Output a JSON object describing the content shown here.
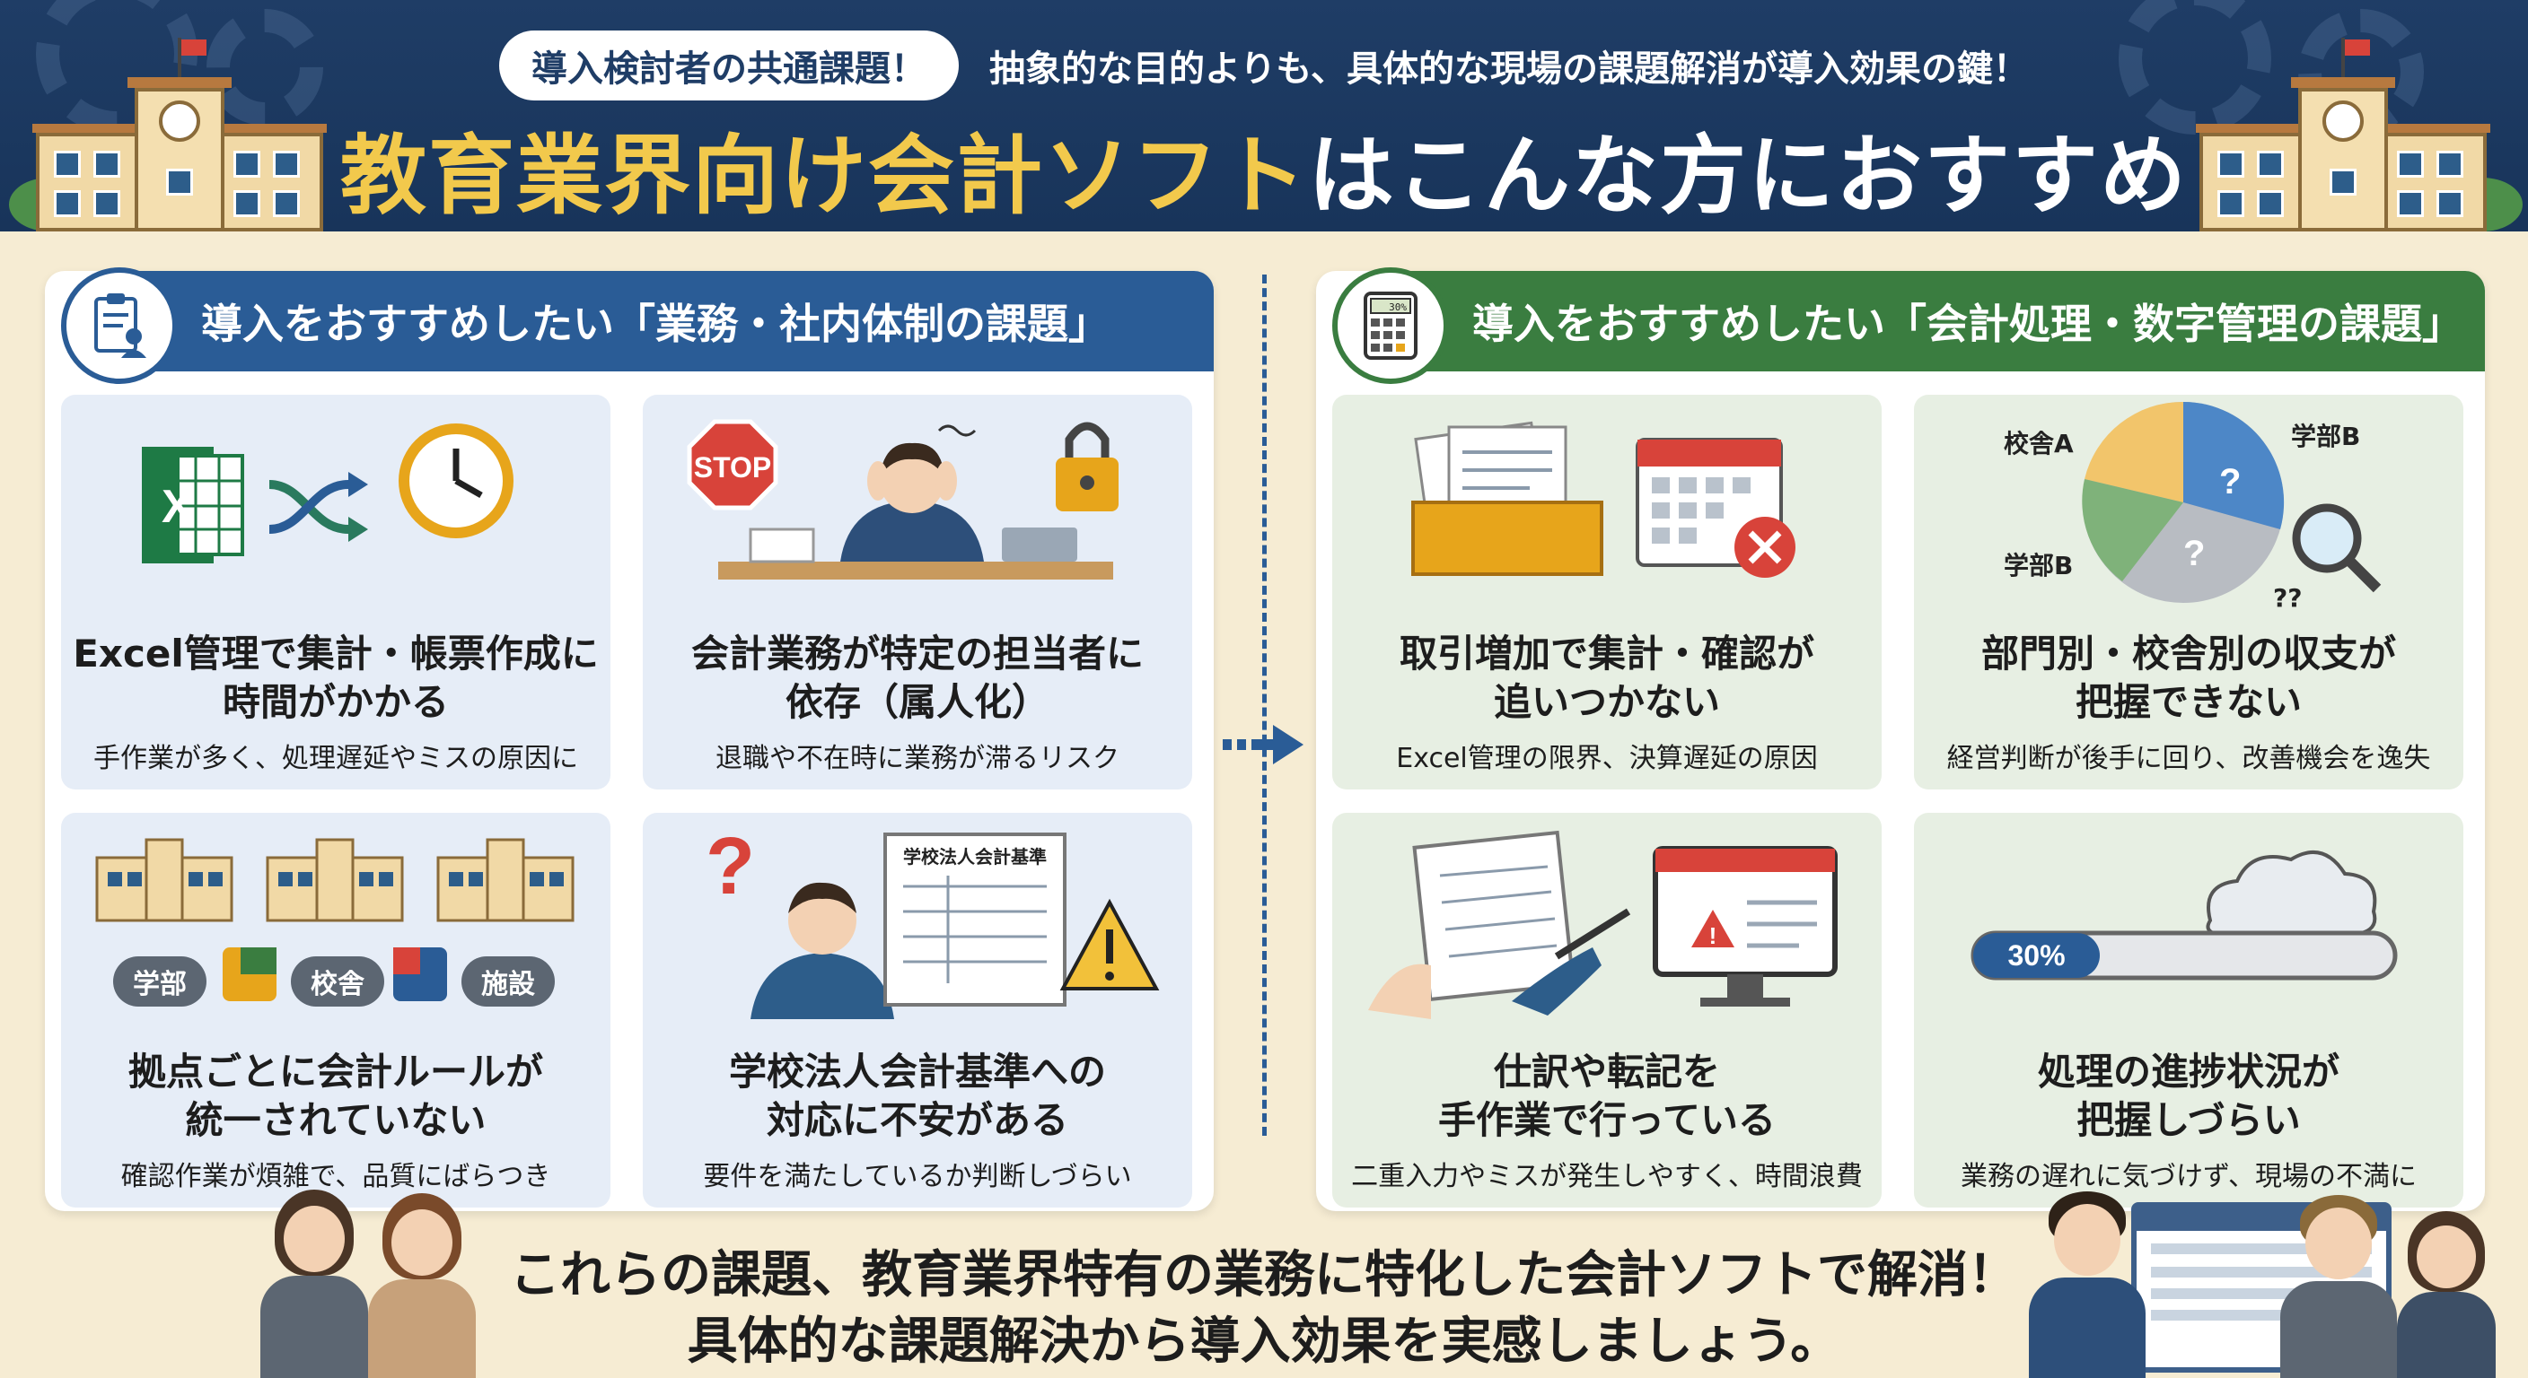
{
  "header": {
    "lead_pill": "導入検討者の共通課題！",
    "lead_text": "抽象的な目的よりも、具体的な現場の課題解消が導入効果の鍵！",
    "title_highlight": "教育業界向け会計ソフト",
    "title_rest": "はこんな方におすすめ"
  },
  "left_panel": {
    "heading": "導入をおすすめしたい「業務・社内体制の課題」",
    "icon": "clipboard-person-icon",
    "cards": [
      {
        "title_line1": "Excel管理で集計・帳票作成に",
        "title_line2": "時間がかかる",
        "sub": "手作業が多く、処理遅延やミスの原因に",
        "art": "excel-shuffle-clock-icon"
      },
      {
        "title_line1": "会計業務が特定の担当者に",
        "title_line2": "依存（属人化）",
        "sub": "退職や不在時に業務が滞るリスク",
        "art": "stop-stressed-worker-lock-icon",
        "stop_label": "STOP"
      },
      {
        "title_line1": "拠点ごとに会計ルールが",
        "title_line2": "統一されていない",
        "sub": "確認作業が煩雑で、品質にばらつき",
        "art": "schools-puzzle-icon",
        "tags": [
          "学部",
          "校舎",
          "施設"
        ]
      },
      {
        "title_line1": "学校法人会計基準への",
        "title_line2": "対応に不安がある",
        "sub": "要件を満たしているか判断しづらい",
        "art": "question-document-warning-icon",
        "doc_label": "学校法人会計基準"
      }
    ]
  },
  "right_panel": {
    "heading": "導入をおすすめしたい「会計処理・数字管理の課題」",
    "icon": "calculator-icon",
    "calc_display": "30%",
    "cards": [
      {
        "title_line1": "取引増加で集計・確認が",
        "title_line2": "追いつかない",
        "sub": "Excel管理の限界、決算遅延の原因",
        "art": "document-tray-calendar-icon"
      },
      {
        "title_line1": "部門別・校舎別の収支が",
        "title_line2": "把握できない",
        "sub": "経営判断が後手に回り、改善機会を逸失",
        "art": "pie-chart-magnifier-icon",
        "pie_labels": [
          "校舎A",
          "学部B",
          "学部B",
          "??"
        ]
      },
      {
        "title_line1": "仕訳や転記を",
        "title_line2": "手作業で行っている",
        "sub": "二重入力やミスが発生しやすく、時間浪費",
        "art": "handwriting-monitor-alert-icon"
      },
      {
        "title_line1": "処理の進捗状況が",
        "title_line2": "把握しづらい",
        "sub": "業務の遅れに気づけず、現場の不満に",
        "art": "progress-bar-cloud-icon",
        "progress_label": "30%",
        "progress": 0.3
      }
    ]
  },
  "footer": {
    "line1": "これらの課題、教育業界特有の業務に特化した会計ソフトで解消！",
    "line2": "具体的な課題解決から導入効果を実感しましょう。"
  },
  "colors": {
    "navy": "#1f3d66",
    "gold": "#f2c94c",
    "blue": "#2a5c96",
    "green": "#3a7d40",
    "cream": "#f6ecd3"
  }
}
